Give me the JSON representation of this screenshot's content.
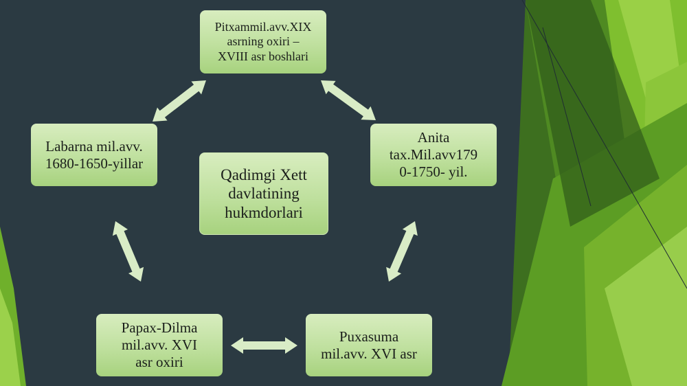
{
  "diagram": {
    "center": {
      "label": "Qadimgi Xett\ndavlatining\nhukmdorlari"
    },
    "nodes": {
      "top": {
        "label": "Pitxammil.avv.XIX\nasrning oxiri –\nXVIII asr boshlari"
      },
      "right": {
        "label": "Anita\ntax.Mil.avv179\n0-1750- yil."
      },
      "bottom_right": {
        "label": "Puxasuma\nmil.avv. XVI asr"
      },
      "bottom_left": {
        "label": "Papax-Dilma\nmil.avv. XVI\nasr oxiri"
      },
      "left": {
        "label": "Labarna mil.avv.\n1680-1650-yillar"
      }
    }
  },
  "colors": {
    "background": "#2b3a42",
    "box_fill": "#c4e3a5",
    "arrow_fill": "#d9ecc6",
    "accent_green_light": "#9bd14b",
    "accent_green_mid": "#6fb02b",
    "accent_green_dark": "#3e7a1c"
  }
}
